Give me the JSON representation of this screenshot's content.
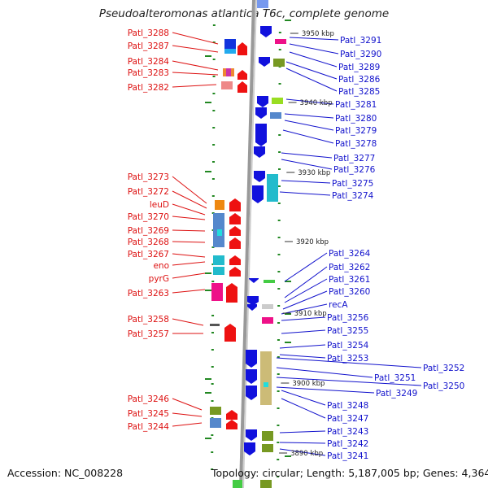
{
  "title": "Pseudoalteromonas atlantica T6c, complete genome",
  "footer": {
    "accession": "Accession: NC_008228",
    "topology": "Topology: circular; Length: 5,187,005 bp; Genes: 4,364"
  },
  "colors": {
    "left_label": "#dd1111",
    "right_label": "#1111cc",
    "backbone": "#999999",
    "forward_gene": "#ee1111",
    "reverse_gene": "#1111dd",
    "tick": "#228822"
  },
  "kbp_markers": [
    "3950 kbp",
    "3940 kbp",
    "3930 kbp",
    "3920 kbp",
    "3910 kbp",
    "3900 kbp",
    "3890 kbp"
  ],
  "left_labels": [
    "Patl_3288",
    "Patl_3287",
    "Patl_3284",
    "Patl_3283",
    "Patl_3282",
    "Patl_3273",
    "Patl_3272",
    "leuD",
    "Patl_3270",
    "Patl_3269",
    "Patl_3268",
    "Patl_3267",
    "eno",
    "pyrG",
    "Patl_3263",
    "Patl_3258",
    "Patl_3257",
    "Patl_3246",
    "Patl_3245",
    "Patl_3244"
  ],
  "right_labels": [
    "Patl_3291",
    "Patl_3290",
    "Patl_3289",
    "Patl_3286",
    "Patl_3285",
    "Patl_3281",
    "Patl_3280",
    "Patl_3279",
    "Patl_3278",
    "Patl_3277",
    "Patl_3276",
    "Patl_3275",
    "Patl_3274",
    "Patl_3264",
    "Patl_3262",
    "Patl_3261",
    "Patl_3260",
    "recA",
    "Patl_3256",
    "Patl_3255",
    "Patl_3254",
    "Patl_3253",
    "Patl_3252",
    "Patl_3251",
    "Patl_3250",
    "Patl_3249",
    "Patl_3248",
    "Patl_3247",
    "Patl_3243",
    "Patl_3242",
    "Patl_3241"
  ]
}
